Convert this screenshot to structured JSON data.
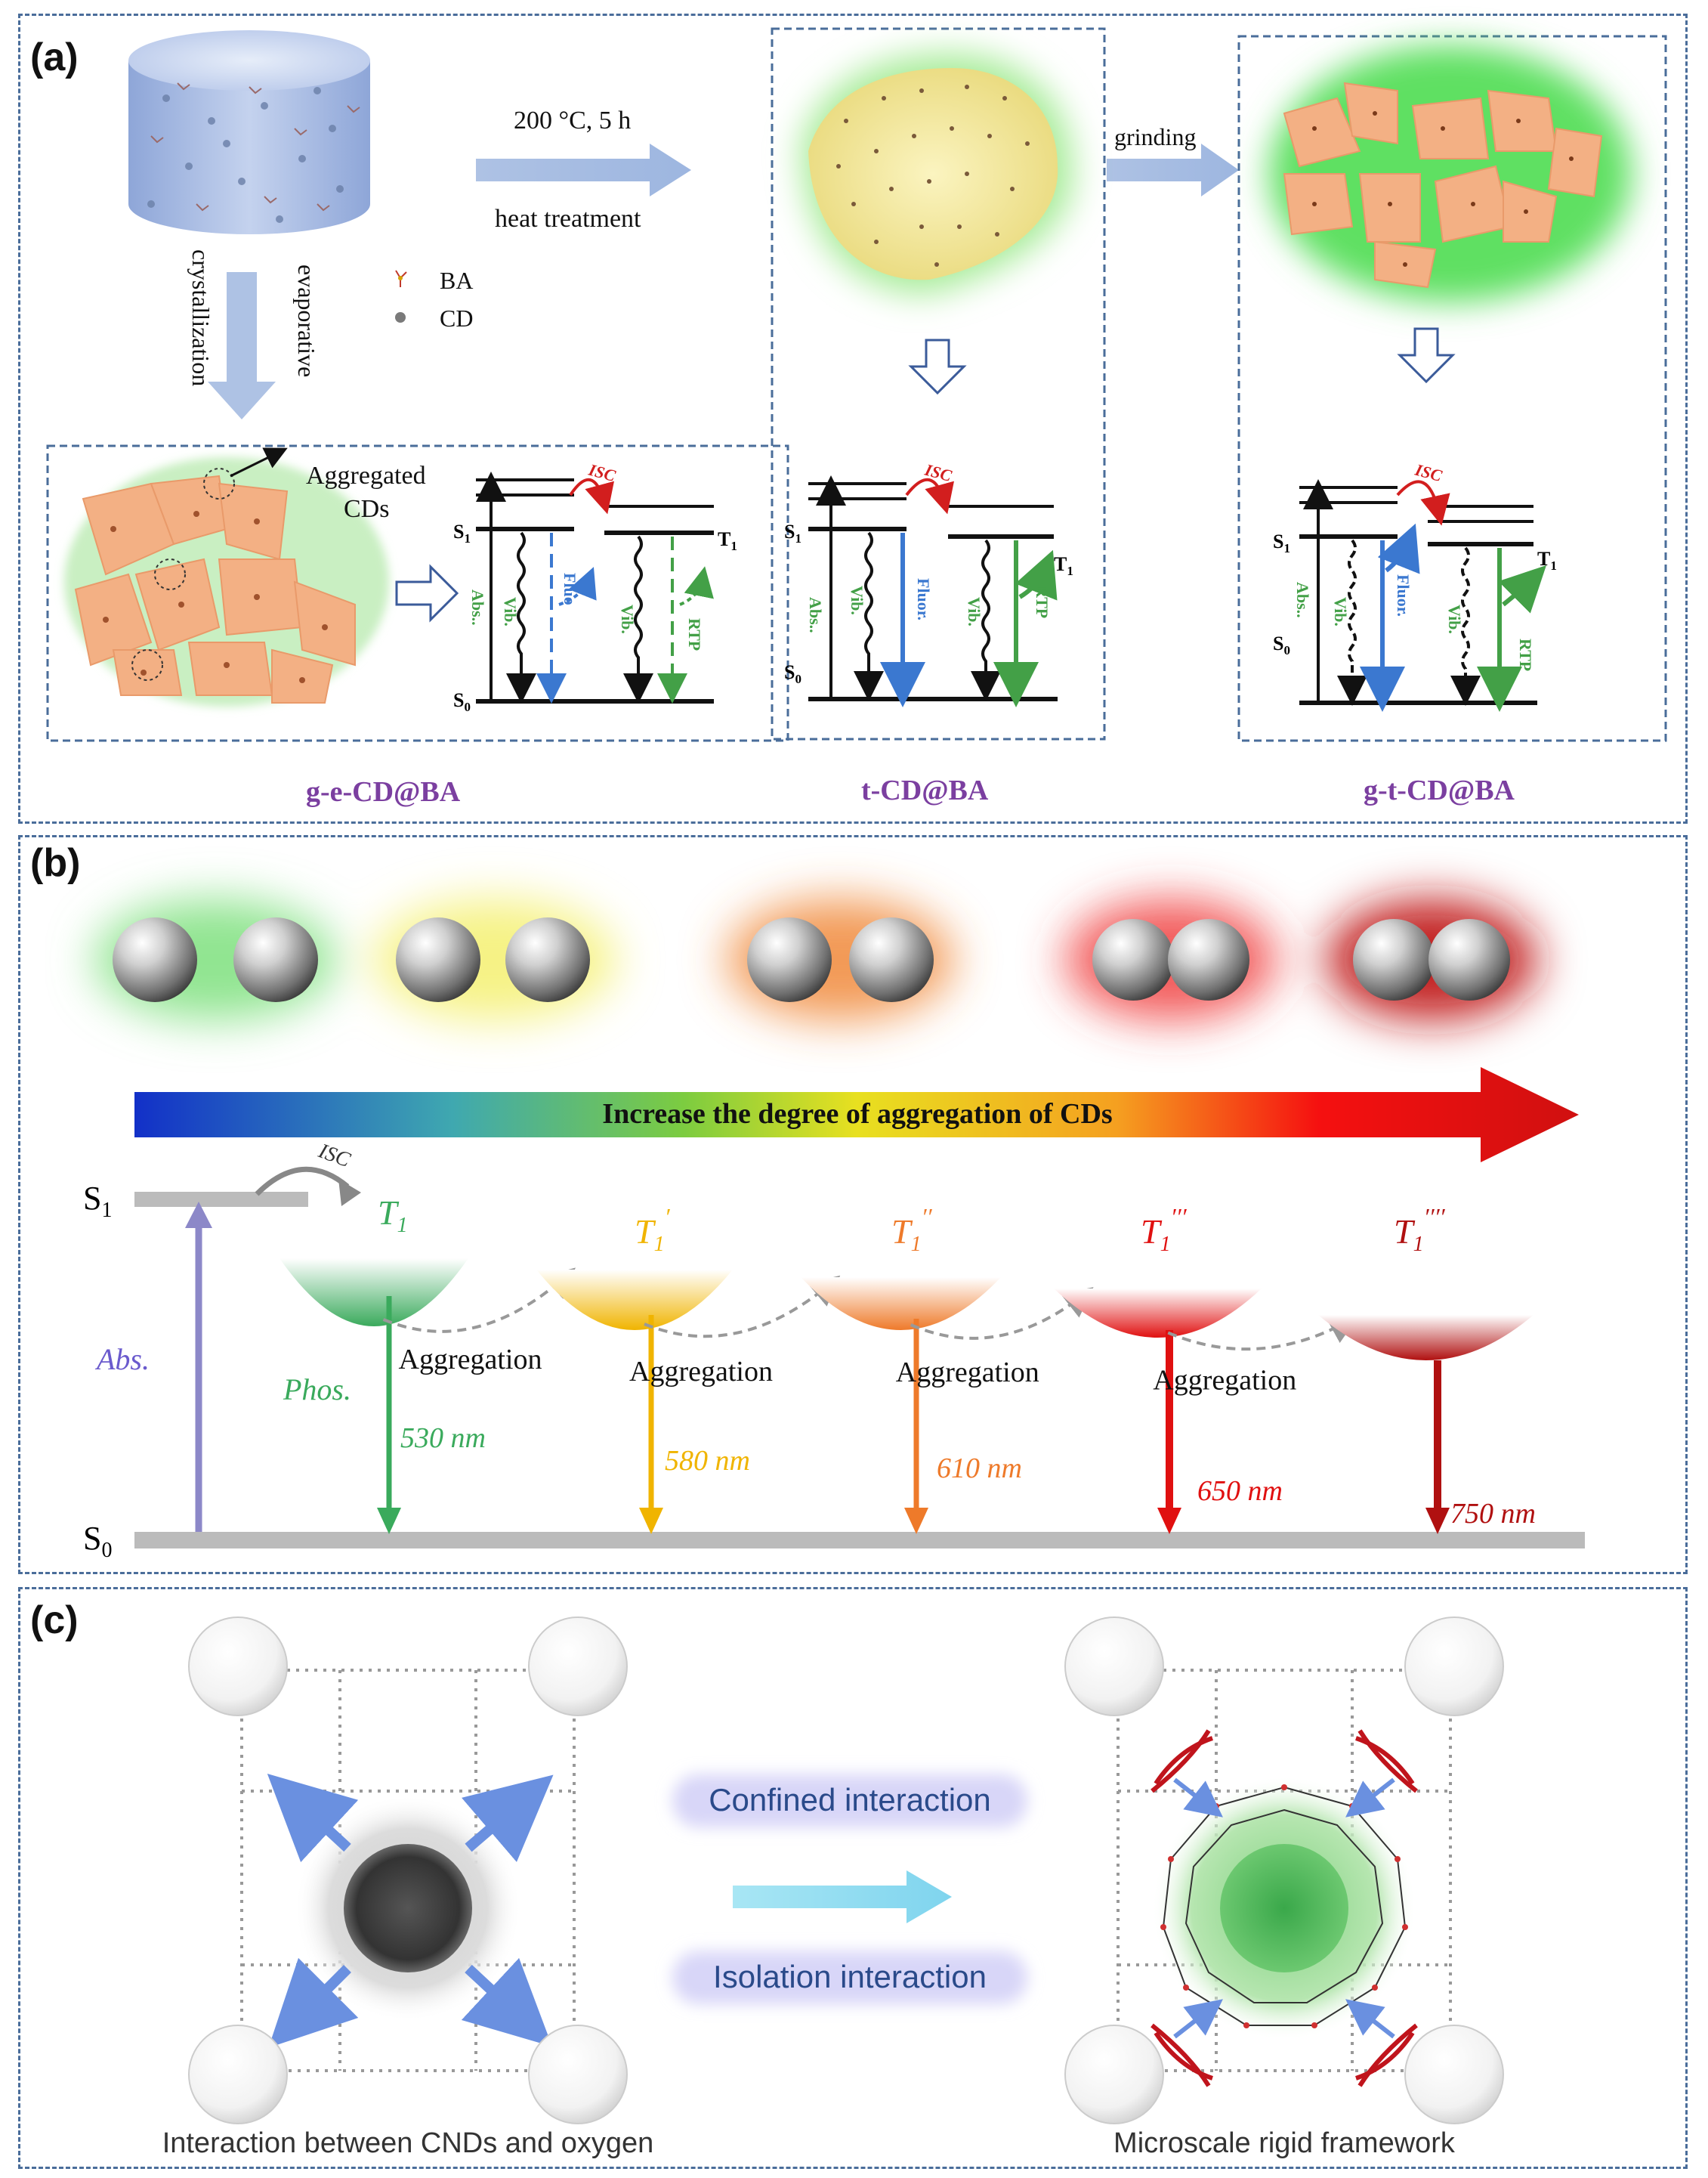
{
  "panel_a": {
    "label": "(a)",
    "arrow_heat_top": "200 °C, 5 h",
    "arrow_heat_bottom": "heat treatment",
    "arrow_grinding": "grinding",
    "vertical_left": "crystallization",
    "vertical_right": "evaporative",
    "legend_ba": "BA",
    "legend_cd": "CD",
    "aggregated_line1": "Aggregated",
    "aggregated_line2": "CDs",
    "names": [
      "g-e-CD@BA",
      "t-CD@BA",
      "g-t-CD@BA"
    ],
    "jablonski": {
      "isc": "ISC",
      "s1": "S",
      "s0": "S",
      "t1": "T",
      "sub1": "1",
      "sub0": "0",
      "abs": "Abs..",
      "vib": "Vib.",
      "fluo": "Fluo",
      "fluor": "Fluor.",
      "rtp": "RTP"
    }
  },
  "panel_b": {
    "label": "(b)",
    "gradient_arrow": "Increase the degree of aggregation of CDs",
    "s1": "S",
    "s0": "S",
    "sub1": "1",
    "sub0": "0",
    "isc": "ISC",
    "abs": "Abs.",
    "phos": "Phos.",
    "aggregation": "Aggregation",
    "triplets": [
      {
        "label": "T",
        "sub": "1",
        "primes": "",
        "color": "#3aaa5c",
        "wavelength": "530 nm"
      },
      {
        "label": "T",
        "sub": "1",
        "primes": "′",
        "color": "#f0b400",
        "wavelength": "580 nm"
      },
      {
        "label": "T",
        "sub": "1",
        "primes": "′′",
        "color": "#ee7a2a",
        "wavelength": "610 nm"
      },
      {
        "label": "T",
        "sub": "1",
        "primes": "′′′",
        "color": "#e01010",
        "wavelength": "650 nm"
      },
      {
        "label": "T",
        "sub": "1",
        "primes": "′′′′",
        "color": "#b01010",
        "wavelength": "750 nm"
      }
    ],
    "glow_colors": [
      "#7ee07e",
      "#f5f070",
      "#f0883a",
      "#f04040",
      "#c01818"
    ]
  },
  "panel_c": {
    "label": "(c)",
    "confined": "Confined interaction",
    "isolation": "Isolation interaction",
    "left_caption": "Interaction between CNDs and oxygen",
    "right_caption": "Microscale rigid framework"
  }
}
